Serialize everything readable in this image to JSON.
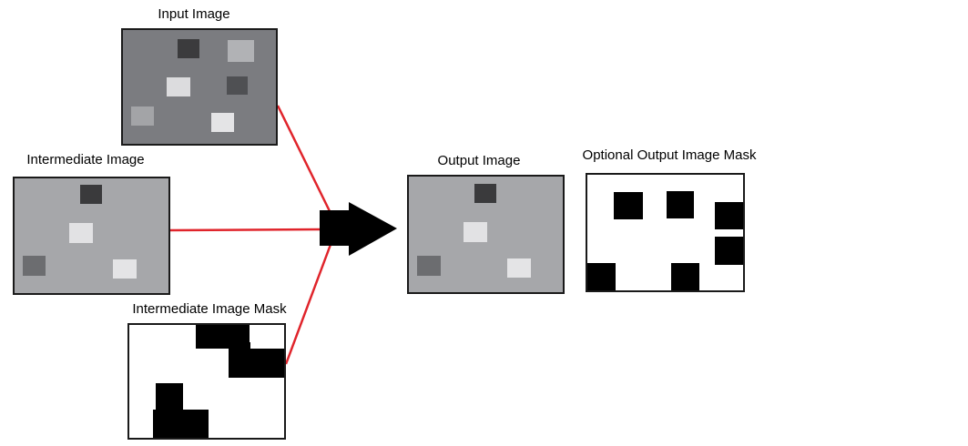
{
  "panels": {
    "input_image": {
      "title": "Input Image"
    },
    "intermediate_image": {
      "title": "Intermediate Image"
    },
    "intermediate_image_mask": {
      "title": "Intermediate Image Mask"
    },
    "output_image": {
      "title": "Output Image"
    },
    "optional_output_image_mask": {
      "title": "Optional Output Image Mask"
    }
  },
  "colors": {
    "connector_line": "#e0242b",
    "arrow": "#000000",
    "input_background": "#7b7c80",
    "intermediate_background": "#a6a7aa",
    "output_background": "#a6a7aa",
    "mask_background": "#ffffff",
    "mask_fill": "#000000",
    "frame": "#1a1a1a"
  }
}
